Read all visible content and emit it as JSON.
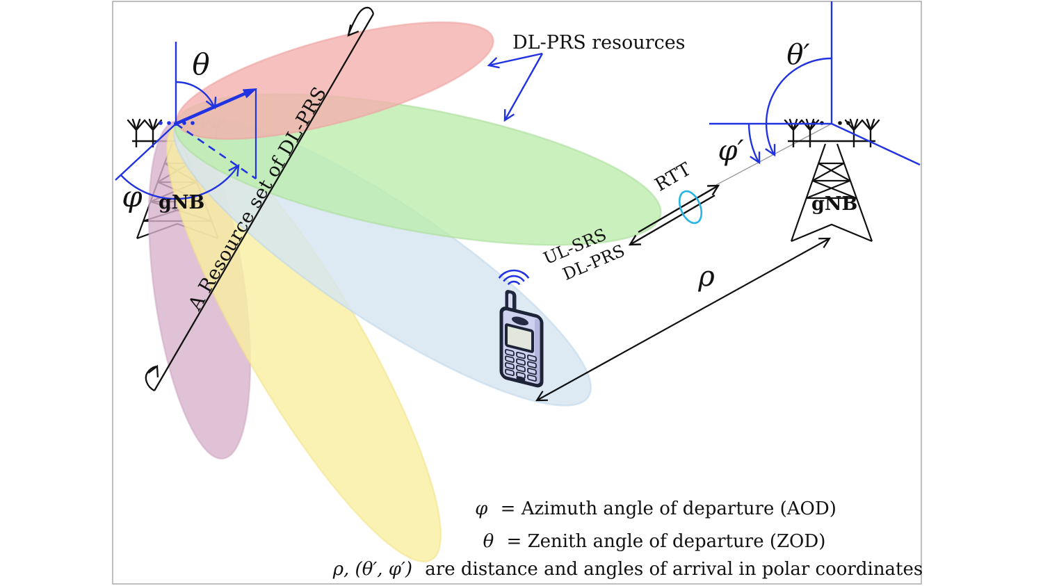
{
  "figure": {
    "left_gnb": {
      "label": "gNB",
      "zenith_symbol": "θ",
      "azimuth_symbol": "φ"
    },
    "right_gnb": {
      "label": "gNB",
      "zenith_symbol": "θ′",
      "azimuth_symbol": "φ′"
    },
    "beams": {
      "resources_label": "DL-PRS resources",
      "resource_set_label": "A Resource set of DL-PRS"
    },
    "links": {
      "rtt_label": "RTT",
      "uplink_label": "UL-SRS",
      "downlink_label": "DL-PRS",
      "distance_symbol": "ρ"
    },
    "legend": {
      "line1_symbol": "φ",
      "line1_text": "= Azimuth angle of departure (AOD)",
      "line2_symbol": "θ",
      "line2_text": "= Zenith angle of departure (ZOD)",
      "line3_symbol": "ρ, (θ′, φ′)",
      "line3_text": "are distance and angles of arrival in polar coordinates"
    },
    "colors": {
      "beam_red": "#f2b0ae",
      "beam_green": "#bdecae",
      "beam_blue": "#d4e5f1",
      "beam_yellow": "#f9efa0",
      "beam_purple": "#d7b3ca",
      "construction_blue": "#2133e0",
      "gnb_label_red": "#f0281c",
      "measurement_cyan": "#27b4e2",
      "structure_black": "#111111",
      "range_line_gray": "#9c9c9c"
    }
  }
}
